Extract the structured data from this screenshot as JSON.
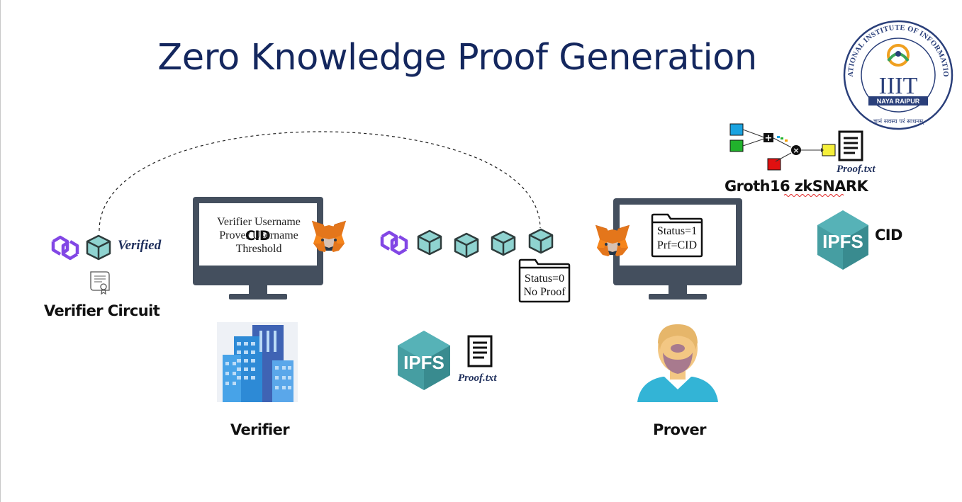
{
  "title": "Zero Knowledge Proof Generation",
  "logo": {
    "arc_text": "DR. SPM INTERNATIONAL INSTITUTE OF INFORMATION TECHNOLOGY",
    "abbr": "IIIT",
    "city": "NAYA RAIPUR",
    "motto": "ज्ञानं सवस्य परं साधनम्"
  },
  "verifier_circuit": {
    "label": "Verifier Circuit",
    "verified_label": "Verified"
  },
  "verifier_screen": {
    "lines": [
      "Verifier Username",
      "Prover Username",
      "Threshold"
    ],
    "overlay": "CID"
  },
  "verifier_label": "Verifier",
  "prover_label": "Prover",
  "chain_folder": {
    "line1": "Status=0",
    "line2": "No Proof"
  },
  "prover_folder": {
    "line1": "Status=1",
    "line2": "Prf=CID"
  },
  "ipfs_center": {
    "logo_text": "IPFS",
    "file_label": "Proof.txt"
  },
  "ipfs_right": {
    "logo_text": "IPFS",
    "cid_label": "CID"
  },
  "groth": {
    "label": "Groth16 zkSNARK",
    "file_label": "Proof.txt"
  },
  "colors": {
    "title": "#14275e",
    "polygon": "#8247e5",
    "block": "#8fd3d0",
    "ipfs": "#469ea2",
    "monitor": "#444f5e",
    "metamask": "#e2761b"
  }
}
